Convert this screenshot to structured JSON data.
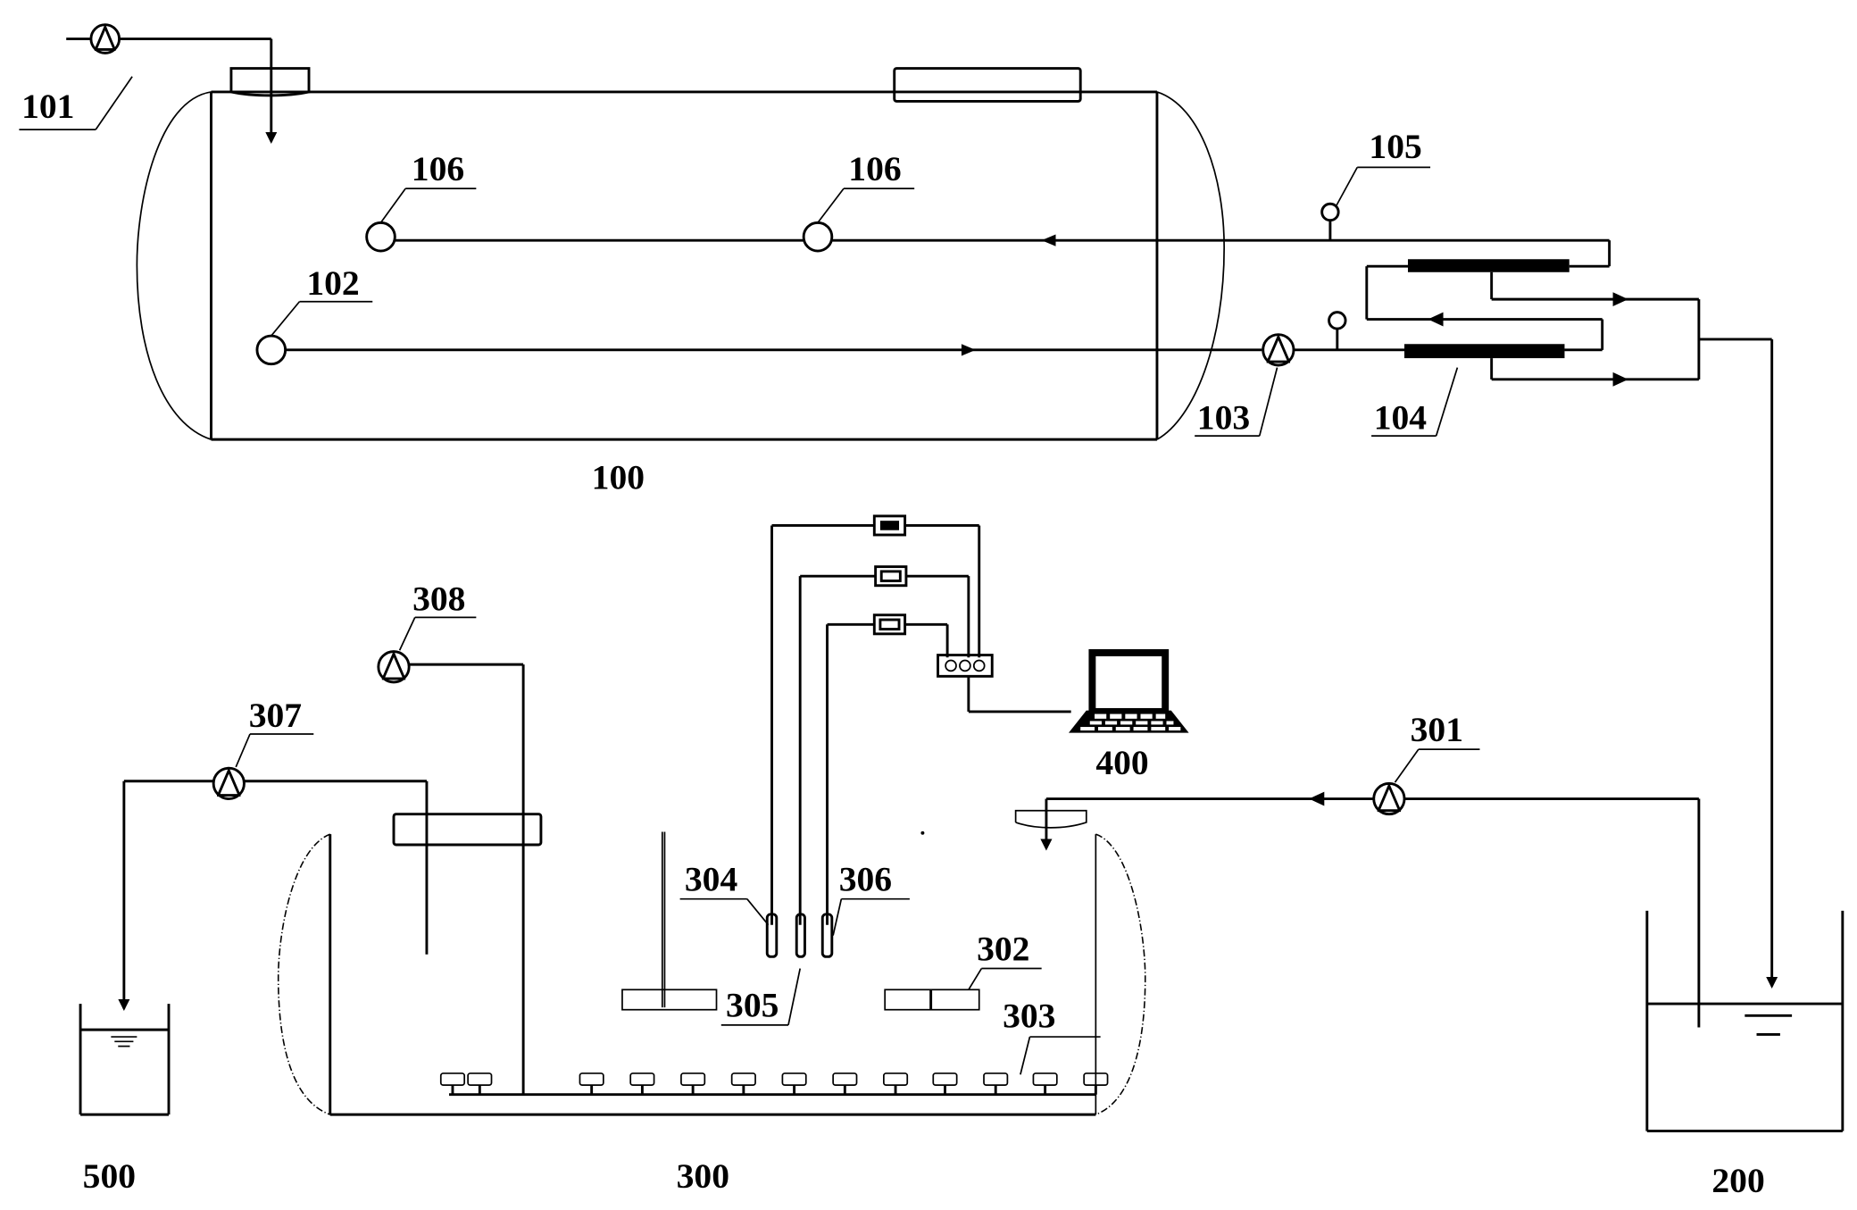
{
  "diagram": {
    "type": "process-flow-schematic",
    "labels": {
      "inlet_pump": "101",
      "aeration_disc_feed": "102",
      "circulation_pump": "103",
      "membrane_module": "104",
      "pressure_gauge": "105",
      "gas_diffuser_left": "106",
      "gas_diffuser_right": "106",
      "main_reactor": "100",
      "permeate_tank": "200",
      "secondary_reactor": "300",
      "feed_pump": "301",
      "stirrer": "302",
      "aerator_pipe": "303",
      "sensor_1": "304",
      "sensor_2": "305",
      "sensor_3": "306",
      "discharge_pump": "307",
      "air_pump": "308",
      "computer": "400",
      "effluent_tank": "500"
    },
    "icons": {
      "pump": "pump-icon",
      "gauge": "pressure-gauge-icon",
      "diffuser": "diffuser-icon",
      "membrane": "membrane-module-icon",
      "sensor": "probe-sensor-icon",
      "transmitter": "transmitter-icon",
      "hub": "signal-hub-icon",
      "laptop": "laptop-icon",
      "stirrer": "stirrer-icon",
      "water_level": "water-level-icon"
    },
    "colors": {
      "line": "#000000",
      "background": "#ffffff"
    }
  }
}
